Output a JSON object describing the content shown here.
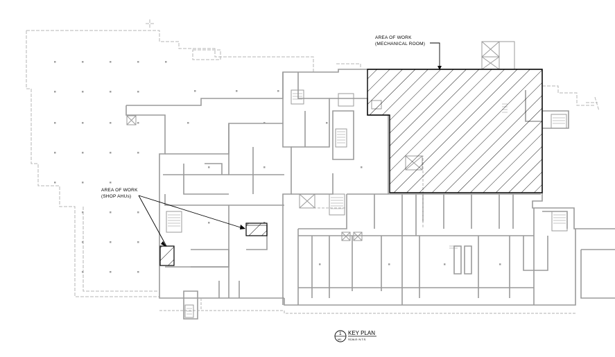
{
  "callouts": {
    "mechanical": {
      "line1": "AREA OF WORK",
      "line2": "(MECHANICAL ROOM)"
    },
    "shop": {
      "line1": "AREA OF WORK",
      "line2": "(SHOP AHUs)"
    }
  },
  "key_plan": {
    "number": "1",
    "sheet": "M1",
    "title": "KEY PLAN",
    "scale": "SCALE: N.T.S."
  },
  "colors": {
    "wall": "#9a9a9a",
    "outline_dashed": "#b0b0b0",
    "hatch": "#000000"
  }
}
